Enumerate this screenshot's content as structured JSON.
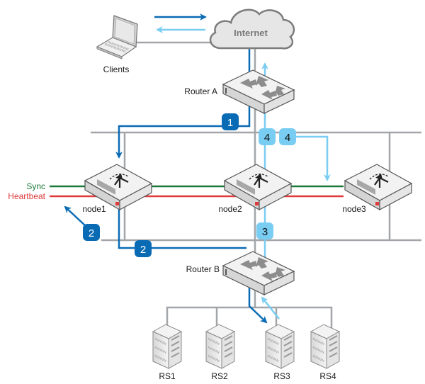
{
  "colors": {
    "gray_line": "#a3a6a9",
    "dark_blue": "#0a6bb5",
    "light_blue": "#79cdf2",
    "sync_green": "#1b7a3a",
    "heartbeat_red": "#e03a3a",
    "device_fill": "#eeeeee",
    "device_stroke": "#555555"
  },
  "labels": {
    "internet": "Internet",
    "clients": "Clients",
    "router_a": "Router A",
    "router_b": "Router B",
    "sync": "Sync",
    "heartbeat": "Heartbeat",
    "node1": "node1",
    "node2": "node2",
    "node3": "node3",
    "rs1": "RS1",
    "rs2": "RS2",
    "rs3": "RS3",
    "rs4": "RS4"
  },
  "badges": [
    {
      "id": "step-1",
      "text": "1",
      "style": "dark"
    },
    {
      "id": "step-2a",
      "text": "2",
      "style": "dark"
    },
    {
      "id": "step-2b",
      "text": "2",
      "style": "dark"
    },
    {
      "id": "step-3",
      "text": "3",
      "style": "light"
    },
    {
      "id": "step-4a",
      "text": "4",
      "style": "light"
    },
    {
      "id": "step-4b",
      "text": "4",
      "style": "light"
    }
  ]
}
